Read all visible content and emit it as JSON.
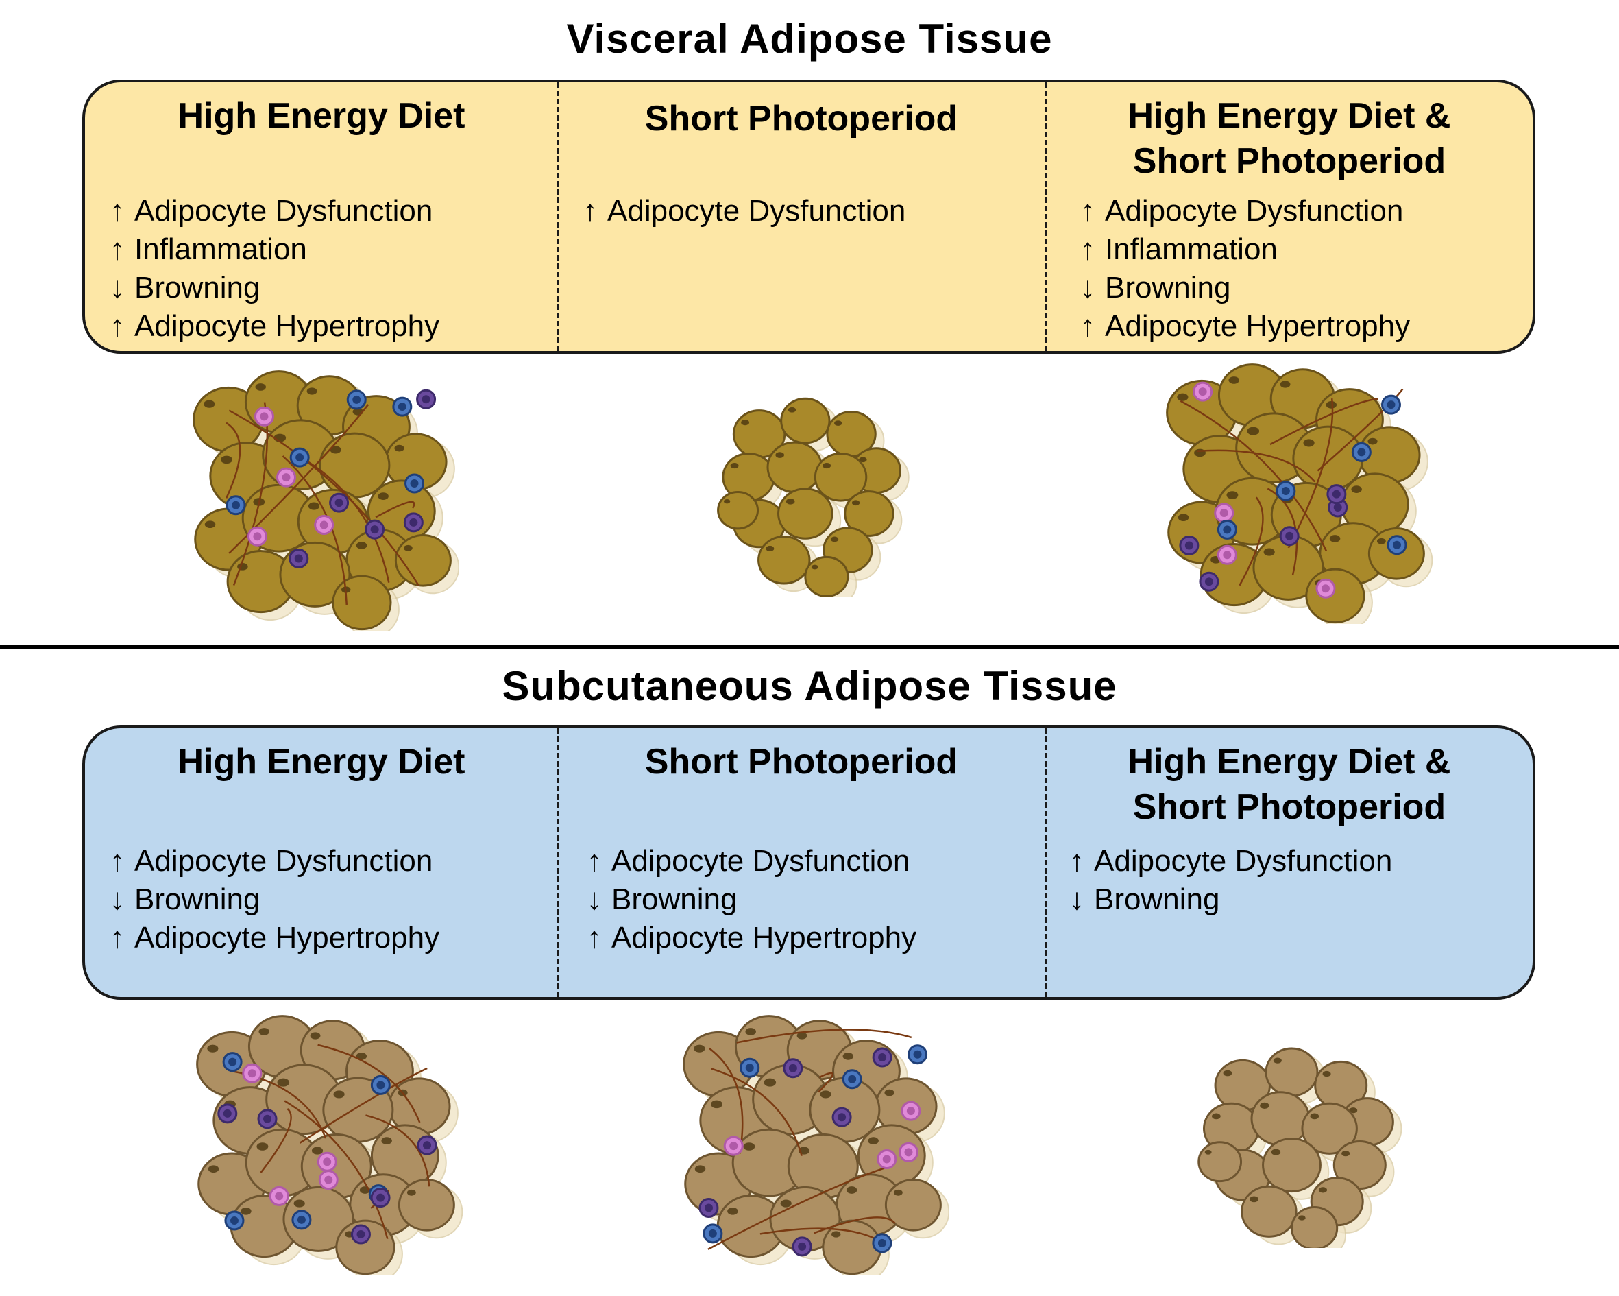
{
  "visceral": {
    "title": "Visceral Adipose Tissue",
    "columns": [
      {
        "title_lines": [
          "High Energy Diet",
          ""
        ],
        "effects": [
          {
            "arrow": "↑",
            "label": "Adipocyte Dysfunction"
          },
          {
            "arrow": "↑",
            "label": "Inflammation"
          },
          {
            "arrow": "↓",
            "label": "Browning"
          },
          {
            "arrow": "↑",
            "label": "Adipocyte Hypertrophy"
          }
        ]
      },
      {
        "title_lines": [
          "Short Photoperiod",
          ""
        ],
        "effects": [
          {
            "arrow": "↑",
            "label": "Adipocyte Dysfunction"
          }
        ]
      },
      {
        "title_lines": [
          "High Energy Diet &",
          "Short Photoperiod"
        ],
        "effects": [
          {
            "arrow": "↑",
            "label": "Adipocyte Dysfunction"
          },
          {
            "arrow": "↑",
            "label": "Inflammation"
          },
          {
            "arrow": "↓",
            "label": "Browning"
          },
          {
            "arrow": "↑",
            "label": "Adipocyte Hypertrophy"
          }
        ]
      }
    ],
    "colors": {
      "panel": "#fde7a6",
      "adipocyte": "#a9892a",
      "adipocyte_stroke": "#6b531a"
    }
  },
  "subcutaneous": {
    "title": "Subcutaneous Adipose Tissue",
    "columns": [
      {
        "title_lines": [
          "High Energy Diet",
          ""
        ],
        "effects": [
          {
            "arrow": "↑",
            "label": "Adipocyte Dysfunction"
          },
          {
            "arrow": "↓",
            "label": "Browning"
          },
          {
            "arrow": "↑",
            "label": "Adipocyte Hypertrophy"
          }
        ]
      },
      {
        "title_lines": [
          "Short Photoperiod",
          ""
        ],
        "effects": [
          {
            "arrow": "↑",
            "label": "Adipocyte Dysfunction"
          },
          {
            "arrow": "↓",
            "label": "Browning"
          },
          {
            "arrow": "↑",
            "label": "Adipocyte Hypertrophy"
          }
        ]
      },
      {
        "title_lines": [
          "High Energy Diet &",
          "Short Photoperiod"
        ],
        "effects": [
          {
            "arrow": "↑",
            "label": "Adipocyte Dysfunction"
          },
          {
            "arrow": "↓",
            "label": "Browning"
          }
        ]
      }
    ],
    "colors": {
      "panel": "#bdd7ee",
      "adipocyte": "#ae9063",
      "adipocyte_stroke": "#6e5530"
    }
  },
  "tissue_illustrations": [
    {
      "section": "visceral",
      "variant": "hypertrophic-inflamed"
    },
    {
      "section": "visceral",
      "variant": "small-clean"
    },
    {
      "section": "visceral",
      "variant": "hypertrophic-inflamed"
    },
    {
      "section": "subcutaneous",
      "variant": "hypertrophic-inflamed"
    },
    {
      "section": "subcutaneous",
      "variant": "hypertrophic-inflamed"
    },
    {
      "section": "subcutaneous",
      "variant": "small-clean"
    }
  ]
}
